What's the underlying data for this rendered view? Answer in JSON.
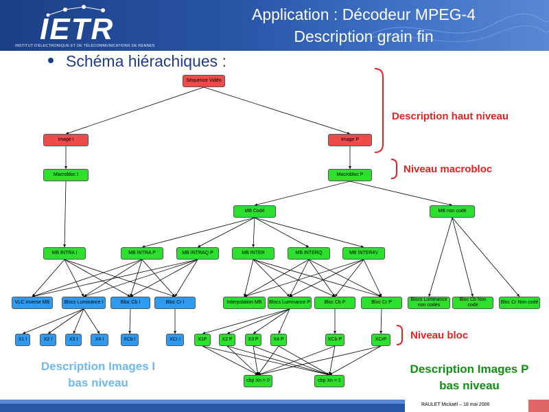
{
  "header": {
    "logo": "IETR",
    "institute": "INSTITUT D'ÉLECTRONIQUE ET DE TÉLÉCOMMUNICATIONS DE RENNES",
    "title_line1": "Application : Décodeur MPEG-4",
    "title_line2": "Description grain fin"
  },
  "bullet": "Schéma hiérachiques :",
  "nodes": {
    "seq": "Séquence Vidéo",
    "imgI": "Image I",
    "imgP": "Image P",
    "mbI": "Macrobloc I",
    "mbP": "Macrobloc P",
    "mbCode": "MB Codé",
    "mbNonCode": "MB non codé",
    "mbIntraI": "MB INTRA I",
    "mbIntraP": "MB INTRA P",
    "mbIntraQP": "MB INTRAQ P",
    "mbInter": "MB INTER",
    "mbInterQ": "MB INTERQ",
    "mbInter4v": "MB INTER4V",
    "vlc": "VLC inverse MB",
    "blocLumI": "Blocs Luminance I",
    "blocCbI": "Bloc Cb I",
    "blocCrI": "Bloc Cr I",
    "interp": "Interpolation MB",
    "blocLumP": "Blocs Luminance P",
    "blocCbP": "Bloc Cb P",
    "blocCrP": "Bloc Cr P",
    "blocLumNC": "Blocs Luminance non codés",
    "blocCbNC": "Bloc Cb Non codé",
    "blocCrNC": "Bloc Cr Non codé",
    "x1i": "X1 I",
    "x2i": "X2 I",
    "x3i": "X3 I",
    "x4i": "X4 I",
    "xcbi": "XCb I",
    "xcri": "XCr I",
    "x1p": "X1P",
    "x2p": "X2 P",
    "x3p": "X3 P",
    "x4p": "X4 P",
    "xcbp": "XCb P",
    "xcrp": "XCrP",
    "cbp0": "cbp Xn = 0",
    "cbp1": "cbp Xn = 1"
  },
  "annotations": {
    "haut": "Description haut niveau",
    "macro": "Niveau macrobloc",
    "bloc": "Niveau bloc",
    "imgI_1": "Description Images I",
    "imgI_2": "bas niveau",
    "imgP_1": "Description Images P",
    "imgP_2": "bas niveau"
  },
  "footer": "RAULET Mickaël – 18 mai 2006",
  "colors": {
    "red_node": "#ee4b4b",
    "green_node": "#2ee02e",
    "blue_node": "#2e9bf0",
    "bracket_red": "#e82020",
    "annot_lightblue": "#6fb8f0",
    "annot_green": "#109010",
    "title_blue": "#1d3b88"
  }
}
